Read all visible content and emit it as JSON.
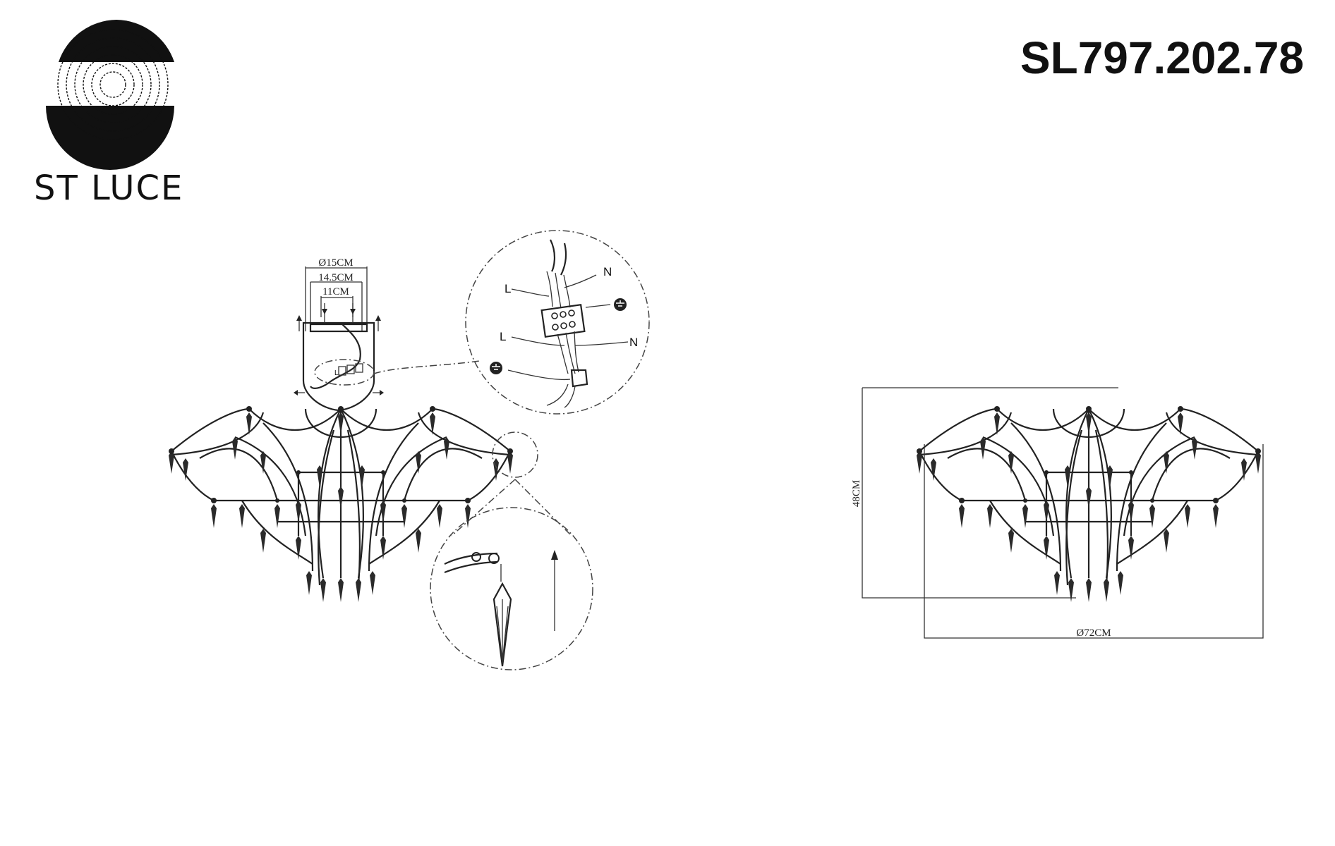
{
  "brand": {
    "name": "ST LUCE",
    "logo_icon": "spiral-s-logo-icon"
  },
  "model": {
    "code": "SL797.202.78"
  },
  "mounting": {
    "dims": [
      "Ø15CM",
      "14.5CM",
      "11CM"
    ],
    "wire_labels": {
      "live": "L",
      "neutral": "N"
    },
    "ground_icon": "ground-symbol-icon"
  },
  "overall": {
    "height": "48CM",
    "diameter": "Ø72CM"
  },
  "colors": {
    "line": "#222222",
    "background": "#ffffff"
  }
}
